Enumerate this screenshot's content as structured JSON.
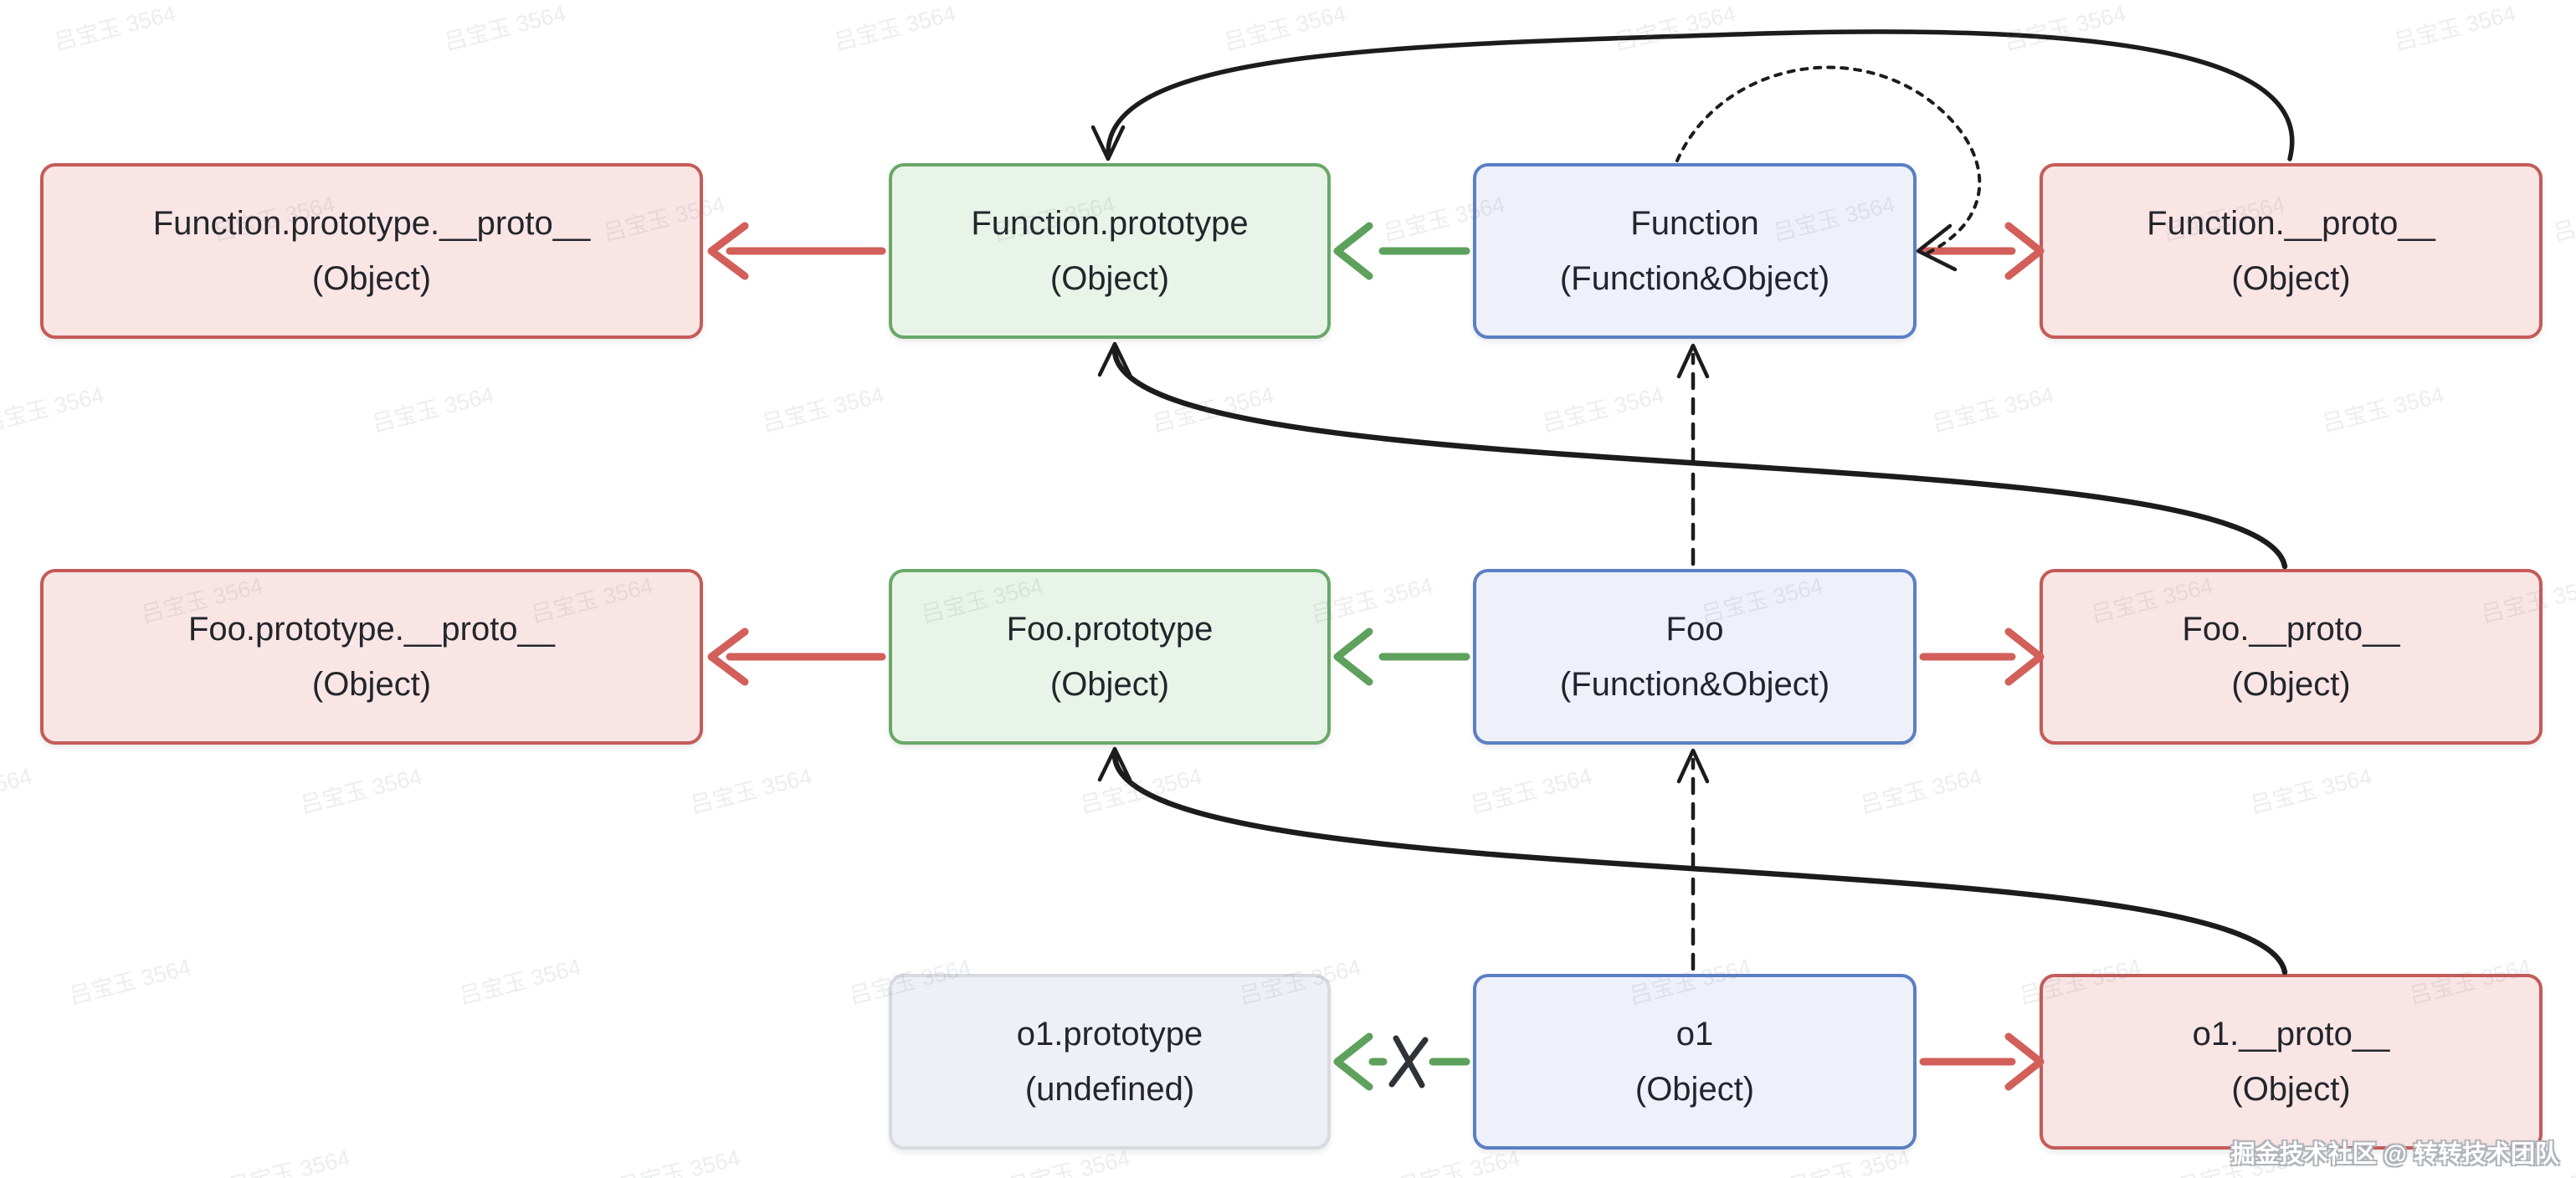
{
  "diagram": {
    "rows": [
      {
        "nodes": [
          {
            "id": "function-prototype-proto",
            "title": "Function.prototype.__proto__",
            "subtitle": "(Object)",
            "kind": "object-red"
          },
          {
            "id": "function-prototype",
            "title": "Function.prototype",
            "subtitle": "(Object)",
            "kind": "prototype-green"
          },
          {
            "id": "function",
            "title": "Function",
            "subtitle": "(Function&Object)",
            "kind": "constructor-blue"
          },
          {
            "id": "function-proto",
            "title": "Function.__proto__",
            "subtitle": "(Object)",
            "kind": "object-red"
          }
        ]
      },
      {
        "nodes": [
          {
            "id": "foo-prototype-proto",
            "title": "Foo.prototype.__proto__",
            "subtitle": "(Object)",
            "kind": "object-red"
          },
          {
            "id": "foo-prototype",
            "title": "Foo.prototype",
            "subtitle": "(Object)",
            "kind": "prototype-green"
          },
          {
            "id": "foo",
            "title": "Foo",
            "subtitle": "(Function&Object)",
            "kind": "constructor-blue"
          },
          {
            "id": "foo-proto",
            "title": "Foo.__proto__",
            "subtitle": "(Object)",
            "kind": "object-red"
          }
        ]
      },
      {
        "nodes": [
          {
            "id": "o1-prototype",
            "title": "o1.prototype",
            "subtitle": "(undefined)",
            "kind": "undefined-gray"
          },
          {
            "id": "o1",
            "title": "o1",
            "subtitle": "(Object)",
            "kind": "instance-blue"
          },
          {
            "id": "o1-proto",
            "title": "o1.__proto__",
            "subtitle": "(Object)",
            "kind": "object-red"
          }
        ]
      }
    ],
    "edges": [
      {
        "from": "Function",
        "to": "Function.prototype",
        "color": "green",
        "style": "solid"
      },
      {
        "from": "Function.prototype",
        "to": "Function.prototype.__proto__",
        "color": "red",
        "style": "solid"
      },
      {
        "from": "Function",
        "to": "Function.__proto__",
        "color": "red",
        "style": "solid"
      },
      {
        "from": "Function.__proto__",
        "to": "Function.prototype",
        "color": "black",
        "style": "solid-curve"
      },
      {
        "from": "Function",
        "to": "Function",
        "color": "black",
        "style": "dotted-loop"
      },
      {
        "from": "Foo",
        "to": "Function",
        "color": "black",
        "style": "dashed"
      },
      {
        "from": "Foo.__proto__",
        "to": "Function.prototype",
        "color": "black",
        "style": "solid-curve"
      },
      {
        "from": "Foo",
        "to": "Foo.prototype",
        "color": "green",
        "style": "solid"
      },
      {
        "from": "Foo.prototype",
        "to": "Foo.prototype.__proto__",
        "color": "red",
        "style": "solid"
      },
      {
        "from": "Foo",
        "to": "Foo.__proto__",
        "color": "red",
        "style": "solid"
      },
      {
        "from": "o1",
        "to": "Foo",
        "color": "black",
        "style": "dashed"
      },
      {
        "from": "o1.__proto__",
        "to": "Foo.prototype",
        "color": "black",
        "style": "solid-curve"
      },
      {
        "from": "o1",
        "to": "o1.prototype",
        "color": "green",
        "style": "broken-x"
      },
      {
        "from": "o1",
        "to": "o1.__proto__",
        "color": "red",
        "style": "solid"
      }
    ]
  },
  "colors": {
    "red_border": "#c45b58",
    "red_fill": "#fae5e5",
    "green_border": "#69a869",
    "green_fill": "#e9f4e8",
    "blue_border": "#5b7fc4",
    "blue_fill": "#eef1fa",
    "gray_border": "#d7dade",
    "gray_fill": "#eef0f5",
    "arrow_red": "#d25f5a",
    "arrow_green": "#5da15c",
    "arrow_black": "#1c1c1c",
    "text": "#22262c"
  },
  "watermark": {
    "tile_text": "吕宝玉 3564",
    "credit": "掘金技术社区 @ 转转技术团队"
  }
}
